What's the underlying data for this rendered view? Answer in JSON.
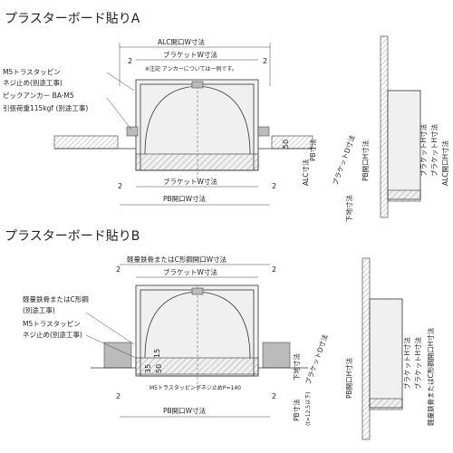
{
  "sectionA": {
    "title": "プラスターボード貼りA",
    "dim_alc_w": "ALC開口W寸法",
    "dim_bracket_w_top": "ブラケットW寸法",
    "note_anchor": "※注記 アンカーについては一例です。",
    "callout_1": "M5トラスタッピン",
    "callout_2": "ネジ止め(別途工事)",
    "callout_3": "ピックアンカー BA-M5",
    "callout_4": "引張荷重115kgf (別途工事)",
    "num_2": "2",
    "num_50": "50",
    "dim_pb": "PB寸法",
    "dim_alc_c": "ALC寸法",
    "dim_bracket_d": "ブラケットD寸法",
    "dim_bracket_w_bottom": "ブラケットW寸法",
    "dim_pb_w": "PB開口W寸法",
    "dim_base": "下地寸法",
    "side_pb_h": "PB開口H寸法",
    "side_bracket_h": "ブラケットH寸法",
    "side_bracket_h2": "ブラケットH寸法",
    "side_alc_h": "ALC開口H寸法"
  },
  "sectionB": {
    "title": "プラスターボード貼りB",
    "dim_steel_w": "軽量鉄骨またはC形鋼開口W寸法",
    "dim_bracket_w_top": "ブラケットW寸法",
    "callout_1": "軽量鉄骨またはC形鋼",
    "callout_2": "(別途工事)",
    "callout_3": "M5トラスタッピン",
    "callout_4": "ネジ止め(別途工事)",
    "num_15": "15",
    "num_35": "35",
    "num_50": "50",
    "num_2": "2",
    "note_screw": "M5トラスタッピングネジ止めP=140",
    "dim_base": "下地寸法",
    "dim_bracket_d": "ブラケットD寸法",
    "dim_pb": "PB寸法",
    "dim_pb_sub": "(t=12.5以下)",
    "dim_pb_w": "PB開口W寸法",
    "side_pb_h": "PB開口H寸法",
    "side_bracket_h": "ブラケットH寸法",
    "side_bracket_h2": "ブラケットH寸法",
    "side_steel_h": "軽量鉄骨またはC形鋼開口H寸法"
  },
  "colors": {
    "line": "#333333",
    "hatch": "#888888",
    "fill": "#f0f0f0"
  }
}
